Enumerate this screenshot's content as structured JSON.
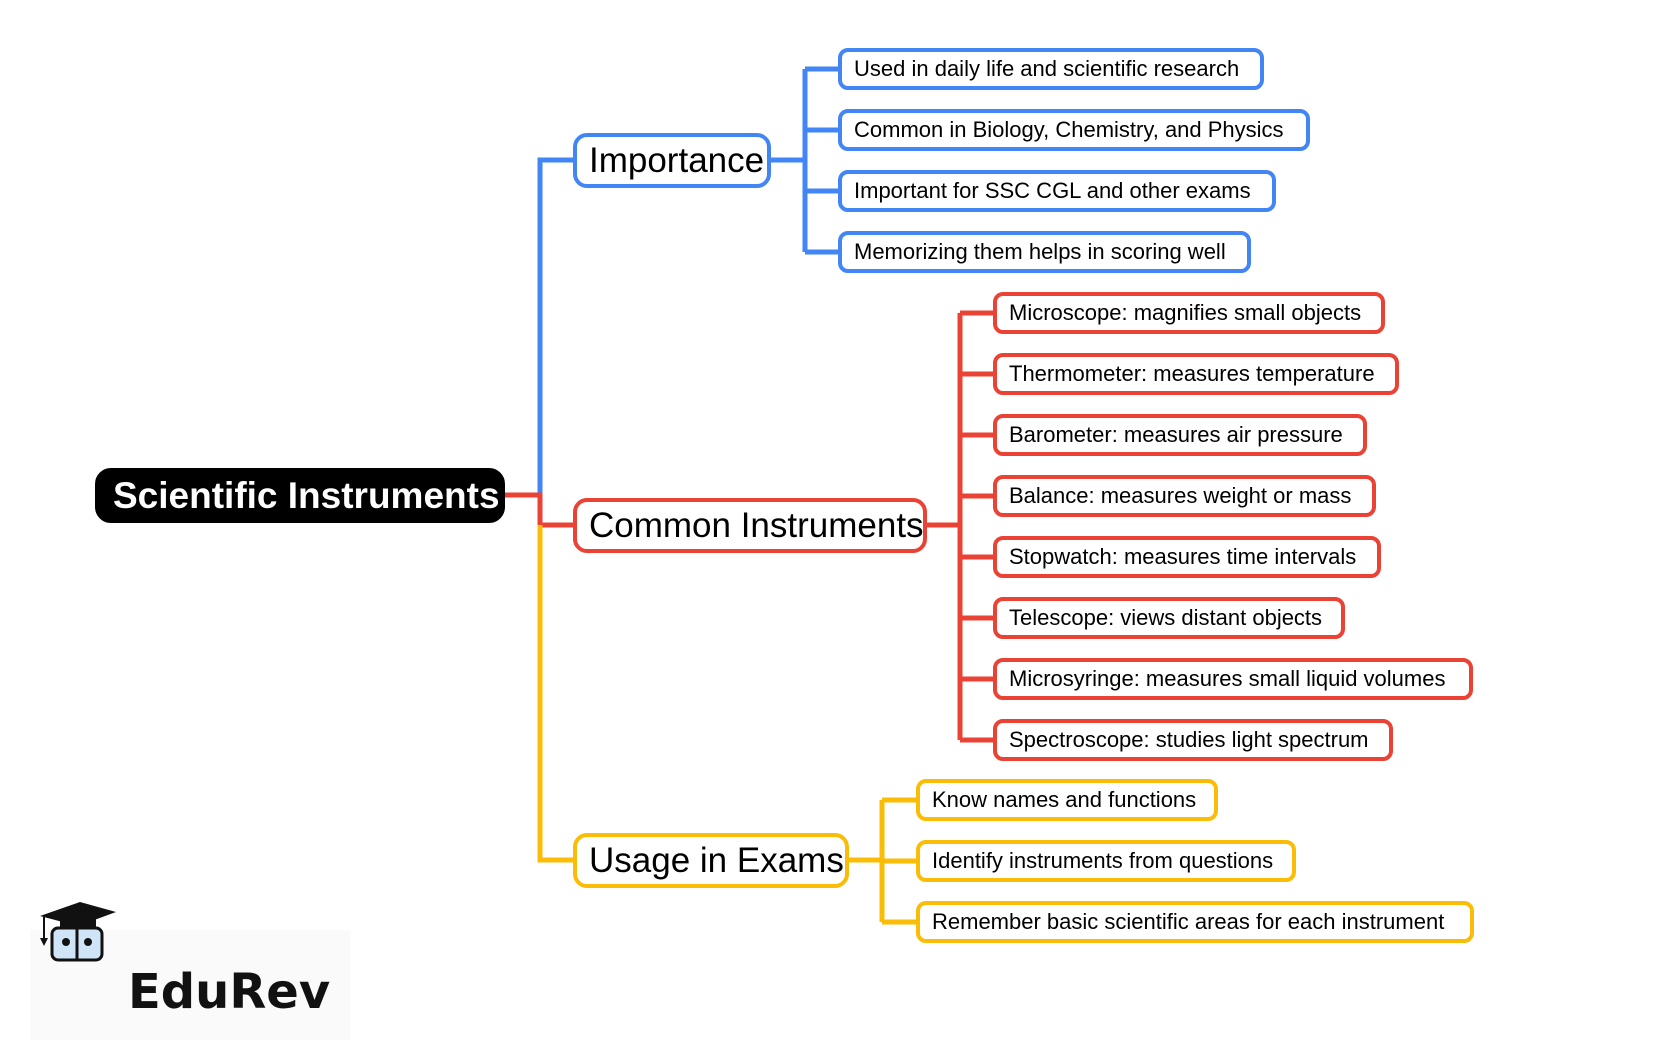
{
  "root": {
    "label": "Scientific Instruments"
  },
  "colors": {
    "importance": "#4285f4",
    "instruments": "#ea4335",
    "usage": "#fbbc05",
    "root": "#000000"
  },
  "branches": [
    {
      "label": "Importance",
      "color_key": "importance",
      "children": [
        "Used in daily life and scientific research",
        "Common in Biology, Chemistry, and Physics",
        "Important for SSC CGL and other exams",
        "Memorizing them helps in scoring well"
      ]
    },
    {
      "label": "Common Instruments",
      "color_key": "instruments",
      "children": [
        "Microscope: magnifies small objects",
        "Thermometer: measures temperature",
        "Barometer: measures air pressure",
        "Balance: measures weight or mass",
        "Stopwatch: measures time intervals",
        "Telescope: views distant objects",
        "Microsyringe: measures small liquid volumes",
        "Spectroscope: studies light spectrum"
      ]
    },
    {
      "label": "Usage in Exams",
      "color_key": "usage",
      "children": [
        "Know names and functions",
        "Identify instruments from questions",
        "Remember basic scientific areas for each instrument"
      ]
    }
  ],
  "logo": {
    "text": "EduRev",
    "icon": "graduation-cap-mascot-icon"
  }
}
